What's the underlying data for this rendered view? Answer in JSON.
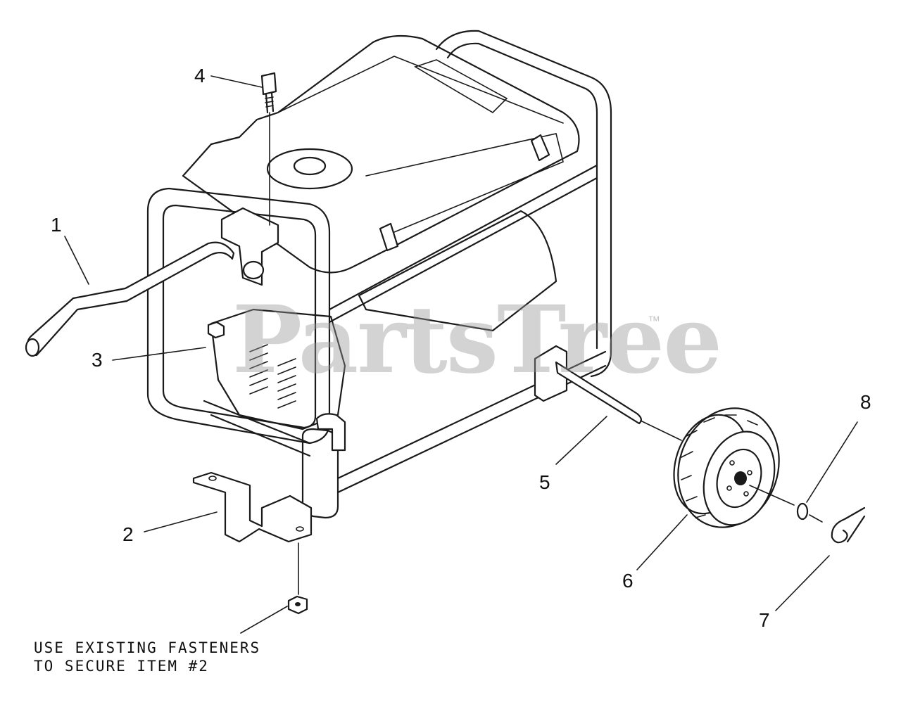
{
  "callouts": [
    {
      "id": "1",
      "label": "1"
    },
    {
      "id": "2",
      "label": "2"
    },
    {
      "id": "3",
      "label": "3"
    },
    {
      "id": "4",
      "label": "4"
    },
    {
      "id": "5",
      "label": "5"
    },
    {
      "id": "6",
      "label": "6"
    },
    {
      "id": "7",
      "label": "7"
    },
    {
      "id": "8",
      "label": "8"
    }
  ],
  "note": {
    "line1": "USE EXISTING FASTENERS",
    "line2": "TO SECURE ITEM #2"
  },
  "watermark": {
    "text": "PartsTree",
    "trademark": "™"
  }
}
